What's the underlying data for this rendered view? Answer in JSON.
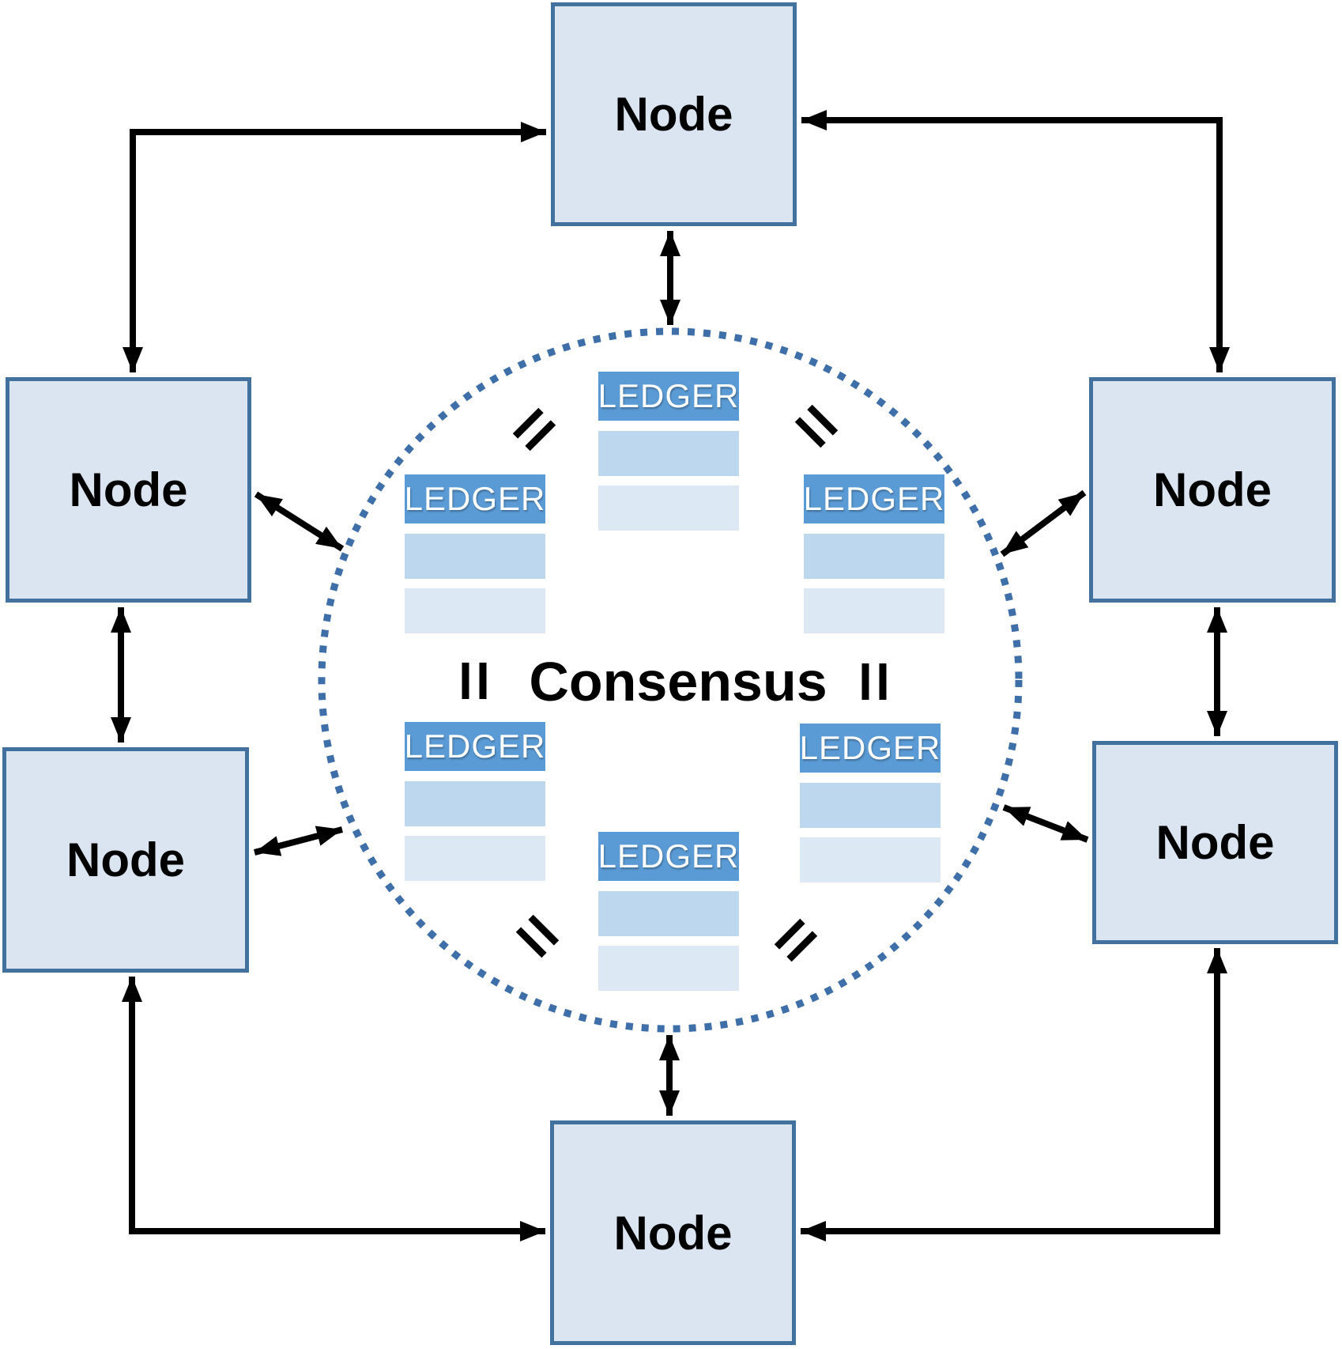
{
  "diagram": {
    "type": "network-consensus-diagram",
    "center_label": "Consensus",
    "equals_symbol": "=",
    "nodes": [
      {
        "id": "node-top",
        "label": "Node"
      },
      {
        "id": "node-left-upper",
        "label": "Node"
      },
      {
        "id": "node-right-upper",
        "label": "Node"
      },
      {
        "id": "node-left-lower",
        "label": "Node"
      },
      {
        "id": "node-right-lower",
        "label": "Node"
      },
      {
        "id": "node-bottom",
        "label": "Node"
      }
    ],
    "ledgers": [
      {
        "id": "ledger-top-center",
        "label": "LEDGER",
        "rows": 2
      },
      {
        "id": "ledger-left-upper",
        "label": "LEDGER",
        "rows": 2
      },
      {
        "id": "ledger-right-upper",
        "label": "LEDGER",
        "rows": 2
      },
      {
        "id": "ledger-left-lower",
        "label": "LEDGER",
        "rows": 2
      },
      {
        "id": "ledger-right-lower",
        "label": "LEDGER",
        "rows": 2
      },
      {
        "id": "ledger-bottom-center",
        "label": "LEDGER",
        "rows": 2
      }
    ],
    "equals_signs": [
      {
        "id": "eq-top-left",
        "orientation": "diagonal-up"
      },
      {
        "id": "eq-top-right",
        "orientation": "diagonal-down"
      },
      {
        "id": "eq-middle-left",
        "orientation": "vertical"
      },
      {
        "id": "eq-middle-right",
        "orientation": "vertical"
      },
      {
        "id": "eq-bottom-left",
        "orientation": "diagonal-down"
      },
      {
        "id": "eq-bottom-right",
        "orientation": "diagonal-up"
      }
    ],
    "connections": [
      {
        "from": "node-left-upper",
        "to": "node-top",
        "type": "bidirectional"
      },
      {
        "from": "node-right-upper",
        "to": "node-top",
        "type": "bidirectional"
      },
      {
        "from": "node-left-upper",
        "to": "node-left-lower",
        "type": "bidirectional"
      },
      {
        "from": "node-right-upper",
        "to": "node-right-lower",
        "type": "bidirectional"
      },
      {
        "from": "node-left-lower",
        "to": "node-bottom",
        "type": "bidirectional"
      },
      {
        "from": "node-right-lower",
        "to": "node-bottom",
        "type": "bidirectional"
      },
      {
        "from": "node-top",
        "to": "consensus-circle",
        "type": "bidirectional"
      },
      {
        "from": "node-bottom",
        "to": "consensus-circle",
        "type": "bidirectional"
      },
      {
        "from": "node-left-upper",
        "to": "consensus-circle",
        "type": "bidirectional"
      },
      {
        "from": "node-right-upper",
        "to": "consensus-circle",
        "type": "bidirectional"
      },
      {
        "from": "node-left-lower",
        "to": "consensus-circle",
        "type": "bidirectional"
      },
      {
        "from": "node-right-lower",
        "to": "consensus-circle",
        "type": "bidirectional"
      }
    ]
  },
  "colors": {
    "background": "#ffffff",
    "node-fill": "#dbe5f1",
    "node-border": "#41719c",
    "ledger-header": "#5b9bd5",
    "ledger-row-mid": "#bdd7ee",
    "ledger-row-light": "#dce9f5",
    "circle-border": "#3e6fa8",
    "arrow": "#000000",
    "text": "#000000"
  }
}
